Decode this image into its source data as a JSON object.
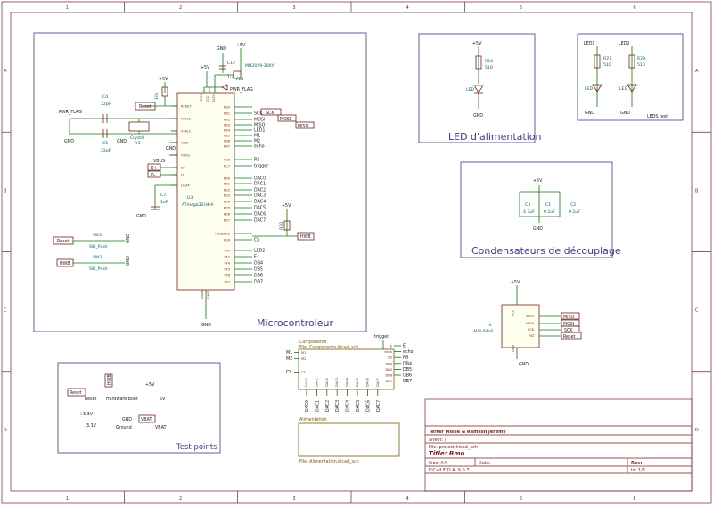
{
  "frame": {
    "cols": [
      "1",
      "2",
      "3",
      "4",
      "5",
      "6"
    ],
    "rows": [
      "A",
      "B",
      "C",
      "D"
    ]
  },
  "panels": {
    "microcontroleur": "Microcontroleur",
    "led_alim": "LED d'alimentation",
    "leds_test": "LEDS test",
    "condensateurs": "Condensateurs de découplage",
    "test_points": "Test points"
  },
  "mcu": {
    "ref": "U3",
    "value": "ATmega32U4-A",
    "left_pins": [
      "RESET",
      "XTAL1",
      "XTAL2",
      "AREF",
      "VBUS",
      "D+",
      "D-",
      "UCAP"
    ],
    "right_pins": [
      "PB0",
      "PB1",
      "PB2",
      "PB3",
      "PB4",
      "PB5",
      "PB6",
      "PB7",
      "PC6",
      "PC7",
      "PD0",
      "PD1",
      "PD2",
      "PD3",
      "PD4",
      "PD5",
      "PD6",
      "PD7",
      "HWB/PE2",
      "PE6",
      "PF0",
      "PF1",
      "PF4",
      "PF5",
      "PF6",
      "PF7"
    ],
    "right_nets": [
      "",
      "SCK",
      "MOSI",
      "MISO",
      "LED1",
      "M1",
      "M2",
      "echo",
      "RS",
      "trigger",
      "DAC0",
      "DAC1",
      "DAC2",
      "DAC3",
      "DAC4",
      "DAC5",
      "DAC6",
      "DAC7",
      "",
      "CS",
      "LED2",
      "E",
      "DB4",
      "DB5",
      "DB6",
      "DB7"
    ],
    "top_pins": [
      "UVCC",
      "VCC",
      "AVCC"
    ],
    "bottom_pins": [
      "UGND",
      "GND"
    ]
  },
  "labels": {
    "pwr_flag": "PWR_FLAG",
    "gnd": "GND",
    "p5v": "+5V",
    "p3v3": "+3.3V",
    "vbus": "VBUS",
    "reset": "Reset",
    "hwb": "HWB",
    "sck": "SCK",
    "mosi": "MOSI",
    "miso": "MISO",
    "dplus": "D+",
    "dminus": "D-",
    "vbat": "VBAT"
  },
  "parts": {
    "c4": "C4",
    "c4v": "22pF",
    "c5": "C5",
    "c5v": "22pF",
    "y1": "Y1",
    "y1v": "Crystal",
    "c7": "C7",
    "c7v": "1uF",
    "c12": "C12",
    "c12v": "1uF",
    "fb": "FB1",
    "fbv": "MH2029-300Y",
    "r10": "10k",
    "sw1": "SW1",
    "sw1v": "SW_Push",
    "sw2": "SW2",
    "sw2v": "SW_Push",
    "r30": "R30",
    "r30v": "10k",
    "r24": "R24",
    "r24v": "510",
    "r27": "R27",
    "r27v": "510",
    "r29": "R29",
    "r29v": "510",
    "led": "LED",
    "led1": "LED1",
    "led2": "LED2",
    "c3": "C3",
    "c3v": "4.7uF",
    "c1": "C1",
    "c1v": "0.1uF",
    "c2": "C2",
    "c2v": "0.1uF",
    "j4": "J4",
    "j4v": "AVR-ISP-6",
    "j4_pins": [
      "MISO",
      "MOSI",
      "SCK",
      "RST"
    ],
    "vcc": "VCC"
  },
  "testpoints": {
    "reset": "Reset",
    "hwb": "Hardware Boot",
    "p5v": "5V",
    "p3v3": "3.3V",
    "gnd": "Ground",
    "vbat": "VBAT"
  },
  "components_sheet": {
    "name": "Components",
    "file": "File: Components.kicad_sch",
    "left_pins": [
      "M1",
      "M2",
      "CS"
    ],
    "right_pins": [
      "E",
      "echo",
      "RS",
      "DB4",
      "DB5",
      "DB6",
      "DB7"
    ],
    "top_pin": "trigger",
    "bottom_pins": [
      "DAC0",
      "DAC1",
      "DAC2",
      "DAC3",
      "DAC4",
      "DAC5",
      "DAC6",
      "DAC7"
    ]
  },
  "alim_sheet": {
    "name": "Alimentation",
    "file": "File: Alimentation.kicad_sch"
  },
  "title_block": {
    "authors": "Terter Moïse & Ramesh Jérémy",
    "sheet": "Sheet: /",
    "file": "File: project.kicad_sch",
    "title": "Title: Bmo",
    "size": "Size: A4",
    "date": "Date:",
    "rev": "Rev:",
    "tool": "KiCad E.D.A. 9.0.7",
    "id": "Id: 1/3"
  }
}
